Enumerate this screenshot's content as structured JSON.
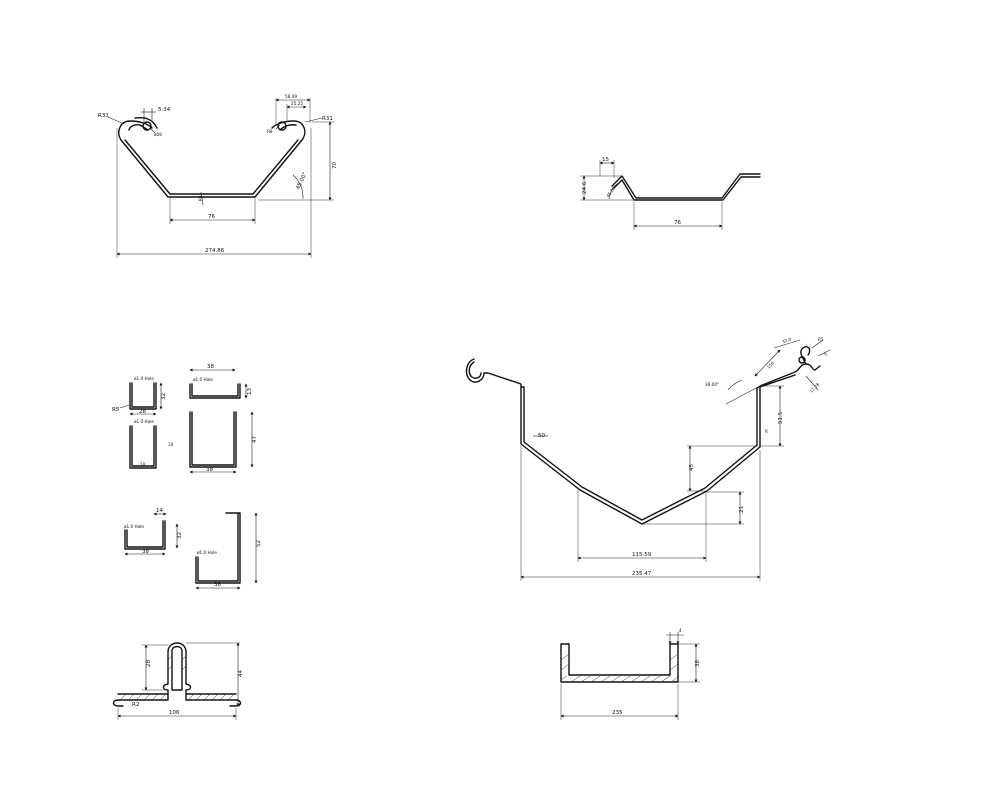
{
  "dims": {
    "p1_r31_left": "R31",
    "p1_534": "5.34",
    "p1_o8_left": "ø08",
    "p1_5849": "58.49",
    "p1_2525": "25.25",
    "p1_r8_right": "R8",
    "p1_r31_right": "R31",
    "p1_70": "70",
    "p1_angle": "45.00°",
    "p1_r8_bottom": "R8",
    "p1_bottom_76": "76",
    "p1_total": "274.86",
    "p2_15": "15",
    "p2_246": "24.6",
    "p2_angle": "45.00°",
    "p2_76": "76",
    "p3_10": "10",
    "p3_r5": "R5",
    "p3_52": "52",
    "p3_28": "28",
    "p3_32": "32",
    "p3_13": "13",
    "p3_38a": "38",
    "p3_47": "47",
    "p3_38b": "38",
    "p3_14": "14",
    "p3_38c": "38",
    "p3_32b": "32",
    "p3_38d": "38",
    "p3_52b": "52",
    "p4_28": "28",
    "p4_44": "44",
    "p4_r2": "R2",
    "p4_106": "106",
    "p5_150": "150",
    "p5_r5": "R5",
    "p5_5": "5",
    "p5_32_0": "32.0",
    "p5_11_78": "11.78",
    "p5_angle": "39.00°",
    "p5_51_5": "51.5",
    "p5_r_small": "R",
    "p5_50": "50",
    "p5_45": "45",
    "p5_21": "21",
    "p5_inner": "115.59",
    "p5_total": "235.47",
    "p6_4": "4",
    "p6_38": "38",
    "p6_235": "235",
    "tiny_text": "ø1.0 Hole"
  }
}
